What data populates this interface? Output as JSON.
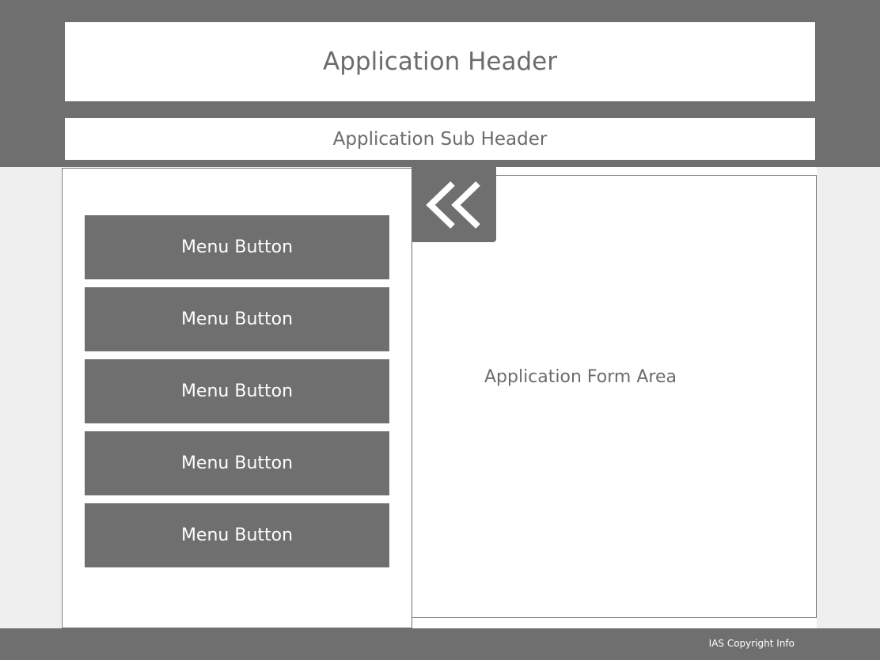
{
  "header": {
    "title": "Application Header",
    "subtitle": "Application Sub Header"
  },
  "sidebar": {
    "menu_buttons": [
      {
        "label": "Menu Button"
      },
      {
        "label": "Menu Button"
      },
      {
        "label": "Menu Button"
      },
      {
        "label": "Menu Button"
      },
      {
        "label": "Menu Button"
      }
    ],
    "collapse_icon": "double-chevron-left-icon"
  },
  "main": {
    "form_area_label": "Application Form Area"
  },
  "footer": {
    "copyright": "IAS Copyright Info"
  },
  "colors": {
    "chrome_gray": "#6f6f6f",
    "text_gray": "#6c6c6c",
    "surface": "#ffffff",
    "background": "#efefef"
  }
}
